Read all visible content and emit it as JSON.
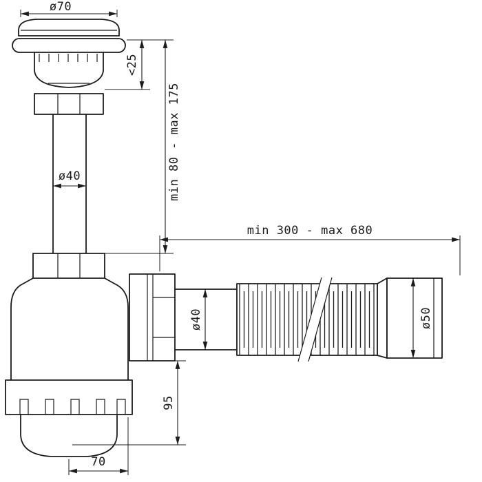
{
  "drawing": {
    "kind": "sink-bottle-trap-with-flexible-outlet",
    "background_color": "#ffffff",
    "line_color": "#1b1b1b"
  },
  "dimensions": {
    "strainer_diameter": "ø70",
    "strainer_height": "<25",
    "inlet_diameter": "ø40",
    "inlet_height_range": "min 80 - max 175",
    "outlet_length_range": "min 300 - max 680",
    "outlet_diameter": "ø40",
    "connector_diameter": "ø50",
    "body_height": "95",
    "body_offset": "70"
  }
}
